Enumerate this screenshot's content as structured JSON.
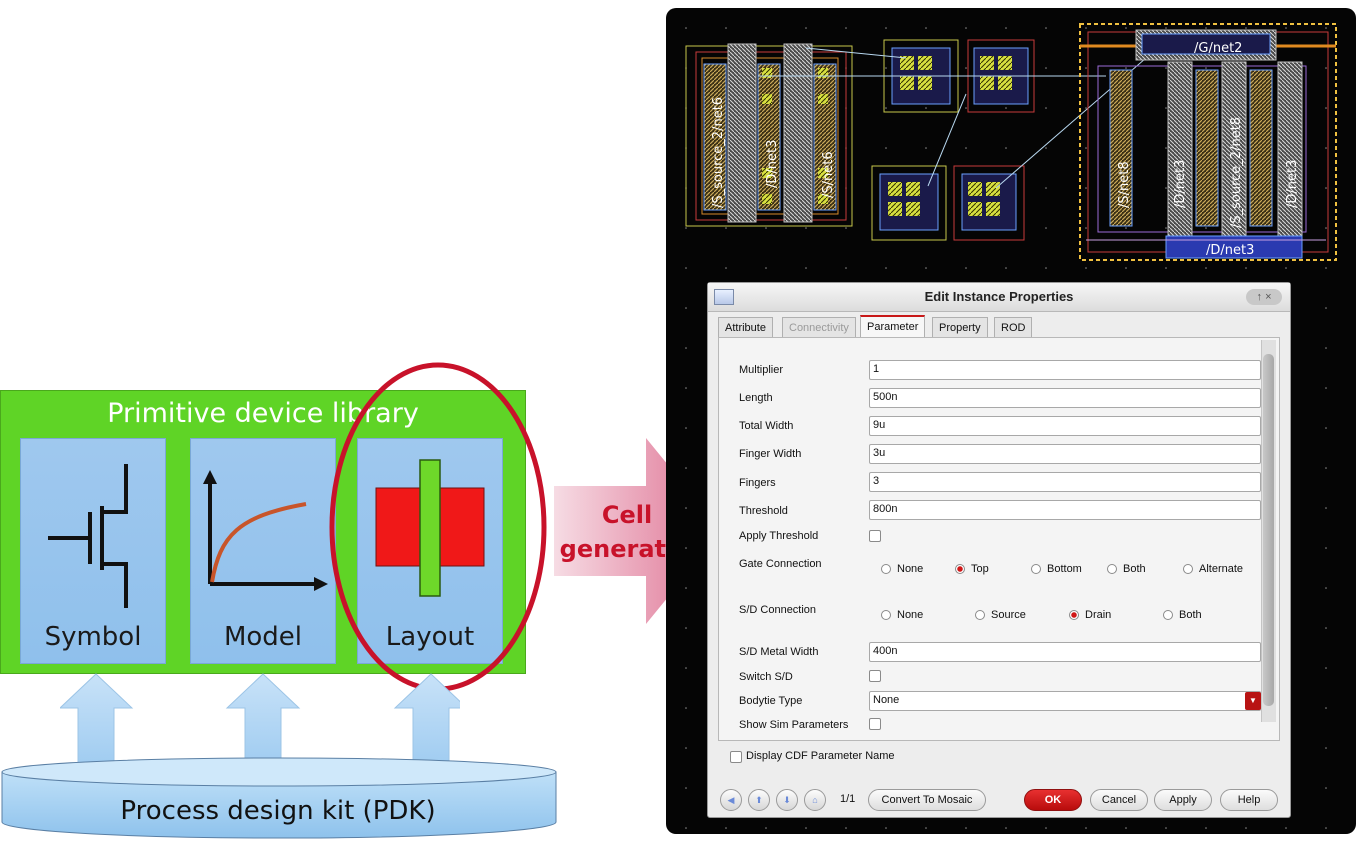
{
  "left_diagram": {
    "library_title": "Primitive device library",
    "cards": [
      {
        "label": "Symbol"
      },
      {
        "label": "Model"
      },
      {
        "label": "Layout"
      }
    ],
    "pdk_label": "Process design kit (PDK)",
    "arrow_label_line1": "Cell",
    "arrow_label_line2": "generator",
    "colors": {
      "library": "#5fd426",
      "card": "#9cc6ee",
      "highlight": "#c8122a",
      "arrow": "#e07b95"
    }
  },
  "layout_view": {
    "net_labels": [
      "/S_source_2/net6",
      "/D/net3",
      "/S/net6",
      "/G/net2",
      "/S/net8",
      "/D/net3",
      "/S_source_2/net8",
      "/D/net3",
      "/D/net3"
    ]
  },
  "dialog": {
    "title": "Edit Instance Properties",
    "tabs": [
      {
        "label": "Attribute",
        "state": "normal"
      },
      {
        "label": "Connectivity",
        "state": "disabled"
      },
      {
        "label": "Parameter",
        "state": "active"
      },
      {
        "label": "Property",
        "state": "normal"
      },
      {
        "label": "ROD",
        "state": "normal"
      }
    ],
    "params": {
      "multiplier": {
        "label": "Multiplier",
        "value": "1"
      },
      "length": {
        "label": "Length",
        "value": "500n"
      },
      "total_width": {
        "label": "Total Width",
        "value": "9u"
      },
      "finger_width": {
        "label": "Finger Width",
        "value": "3u"
      },
      "fingers": {
        "label": "Fingers",
        "value": "3"
      },
      "threshold": {
        "label": "Threshold",
        "value": "800n"
      },
      "apply_threshold": {
        "label": "Apply Threshold"
      },
      "gate_connection": {
        "label": "Gate Connection",
        "options": [
          "None",
          "Top",
          "Bottom",
          "Both",
          "Alternate"
        ],
        "selected": "Top"
      },
      "sd_connection": {
        "label": "S/D Connection",
        "options": [
          "None",
          "Source",
          "Drain",
          "Both"
        ],
        "selected": "Drain"
      },
      "sd_metal_width": {
        "label": "S/D Metal Width",
        "value": "400n"
      },
      "switch_sd": {
        "label": "Switch S/D"
      },
      "bodytie_type": {
        "label": "Bodytie Type",
        "value": "None"
      },
      "show_sim": {
        "label": "Show Sim Parameters"
      }
    },
    "display_cdf": "Display CDF Parameter Name",
    "page_indicator": "1/1",
    "buttons": {
      "convert": "Convert To Mosaic",
      "ok": "OK",
      "cancel": "Cancel",
      "apply": "Apply",
      "help": "Help"
    },
    "window_controls": {
      "up": "↑",
      "close": "×"
    }
  }
}
